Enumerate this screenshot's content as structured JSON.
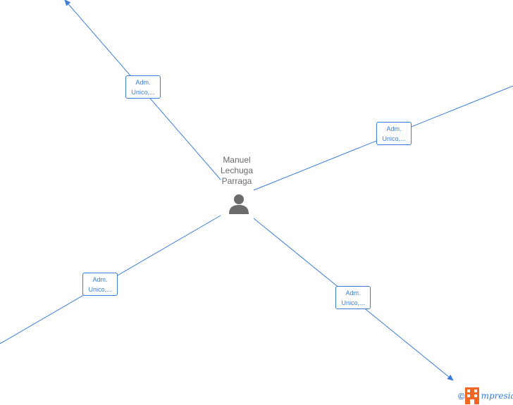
{
  "center": {
    "name_lines": [
      "Manuel",
      "Lechuga",
      "Parraga"
    ],
    "icon": "person-icon"
  },
  "roles": [
    {
      "line1": "Adm.",
      "line2": "Unico,..."
    },
    {
      "line1": "Adm.",
      "line2": "Unico,..."
    },
    {
      "line1": "Adm.",
      "line2": "Unico,..."
    },
    {
      "line1": "Adm.",
      "line2": "Unico,..."
    }
  ],
  "brand": {
    "copyright": "©",
    "text": "mpresia",
    "logo_icon": "building-icon"
  },
  "colors": {
    "accent": "#3b7dd8",
    "name_text": "#6b6b6b",
    "person_icon": "#6b6b6b",
    "logo": "#f26522"
  }
}
